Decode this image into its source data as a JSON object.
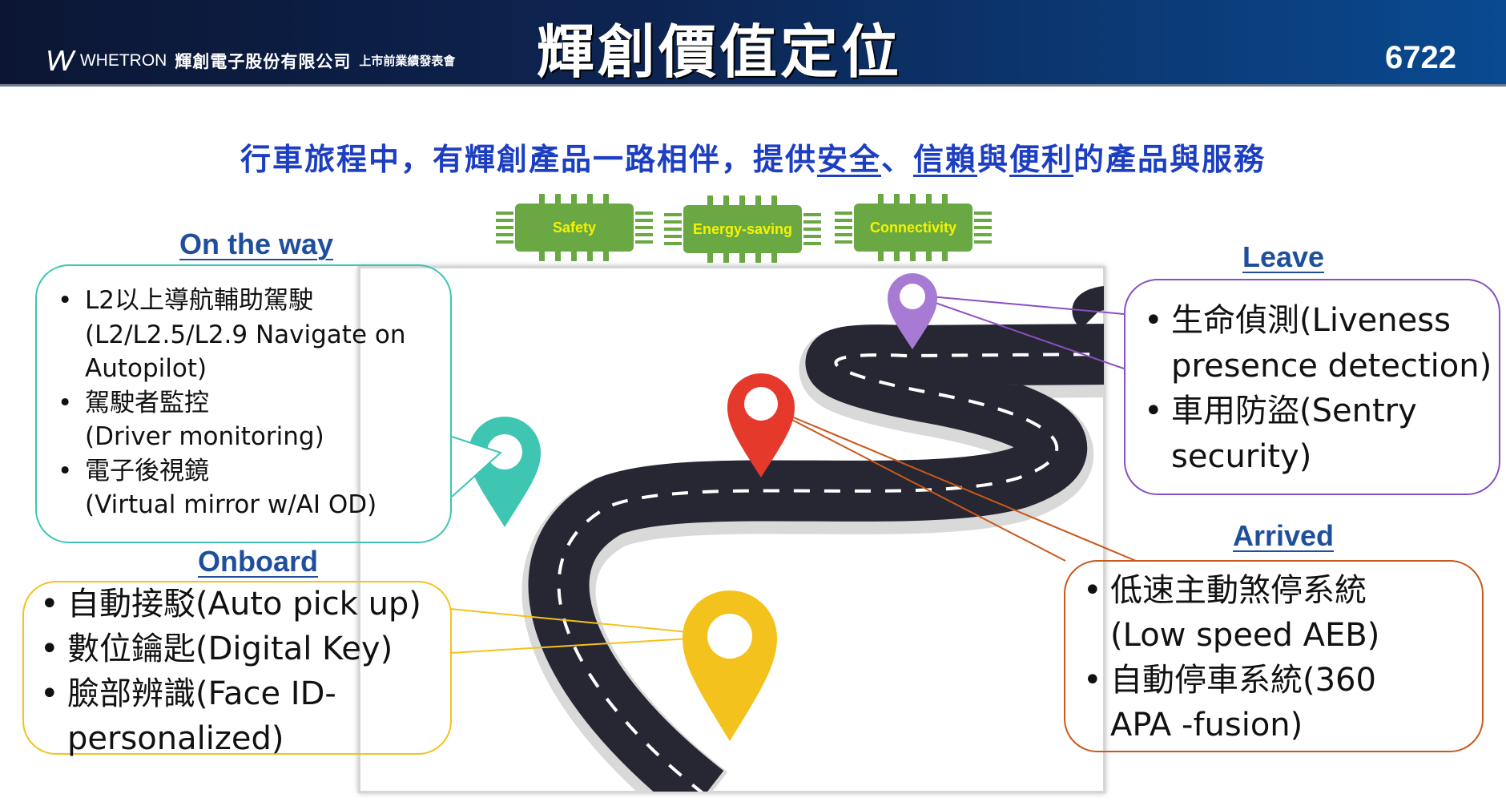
{
  "header": {
    "logo_mark": "\\/\\/",
    "company_en": "WHETRON",
    "company_zh": "輝創電子股份有限公司",
    "event": "上市前業績發表會",
    "title": "輝創價值定位",
    "stock_code": "6722"
  },
  "subtitle": {
    "part1": "行車旅程中，有輝創產品一路相伴，提供",
    "safe": "安全",
    "sep": "、",
    "trust": "信賴",
    "and": "與",
    "convenient": "便利",
    "part2": "的產品與服務"
  },
  "chips": [
    "Safety",
    "Energy-saving",
    "Connectivity"
  ],
  "on_the_way": {
    "heading": "On the way",
    "lines": [
      "L2以上導航輔助駕駛",
      "(L2/L2.5/L2.9 Navigate on",
      "Autopilot)",
      "駕駛者監控",
      "(Driver monitoring)",
      "電子後視鏡",
      "(Virtual mirror w/AI OD)"
    ]
  },
  "onboard": {
    "heading": "Onboard",
    "lines": [
      "自動接駁(Auto pick up)",
      "數位鑰匙(Digital Key)",
      "臉部辨識(Face ID-",
      "personalized)"
    ]
  },
  "leave": {
    "heading": "Leave",
    "lines": [
      "生命偵測(Liveness",
      "presence detection)",
      "車用防盜(Sentry",
      "security)"
    ]
  },
  "arrived": {
    "heading": "Arrived",
    "lines": [
      "低速主動煞停系統",
      "(Low speed AEB)",
      "自動停車系統(360",
      "APA -fusion)"
    ]
  },
  "colors": {
    "teal": "#3ec6b2",
    "yellow": "#f3c21c",
    "purple": "#8a4fc0",
    "orange": "#c9581b",
    "red": "#e5392c"
  }
}
